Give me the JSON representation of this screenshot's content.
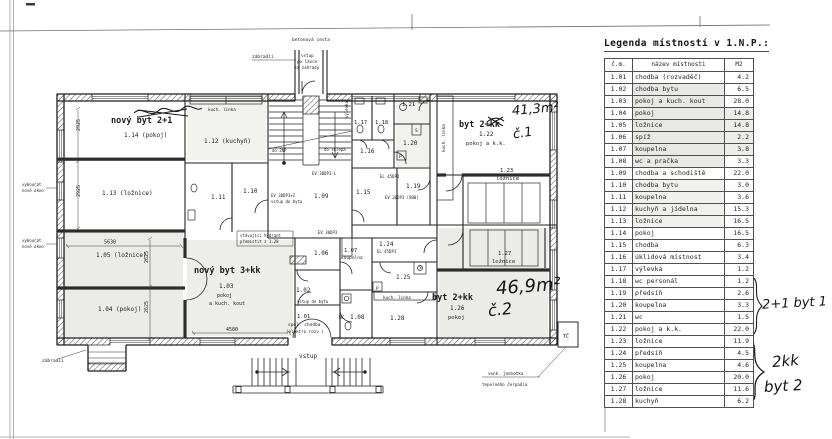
{
  "legend": {
    "title": "Legenda místností v 1.N.P.:",
    "columns": [
      "č.m.",
      "název místnosti",
      "M2"
    ],
    "rows": [
      [
        "1.01",
        "chodba (rozvaděč)",
        "4.2"
      ],
      [
        "1.02",
        "chodba bytu",
        "6.5"
      ],
      [
        "1.03",
        "pokoj a kuch. kout",
        "28.0"
      ],
      [
        "1.04",
        "pokoj",
        "14.8"
      ],
      [
        "1.05",
        "ložnice",
        "14.8"
      ],
      [
        "1.06",
        "spíž",
        "2.2"
      ],
      [
        "1.07",
        "koupelna",
        "3.8"
      ],
      [
        "1.08",
        "wc a pračka",
        "3.3"
      ],
      [
        "1.09",
        "chodba a schodiště",
        "22.0"
      ],
      [
        "1.10",
        "chodba bytu",
        "3.0"
      ],
      [
        "1.11",
        "koupelna",
        "3.6"
      ],
      [
        "1.12",
        "kuchyň a jídelna",
        "15.3"
      ],
      [
        "1.13",
        "ložnice",
        "16.5"
      ],
      [
        "1.14",
        "pokoj",
        "16.5"
      ],
      [
        "1.15",
        "chodba",
        "6.3"
      ],
      [
        "1.16",
        "úklidová místnost",
        "3.4"
      ],
      [
        "1.17",
        "výlevka",
        "1.2"
      ],
      [
        "1.18",
        "wc personál",
        "1.2"
      ],
      [
        "1.19",
        "předsíň",
        "2.6"
      ],
      [
        "1.20",
        "koupelna",
        "3.3"
      ],
      [
        "1.21",
        "wc",
        "1.5"
      ],
      [
        "1.22",
        "pokoj a k.k.",
        "22.0"
      ],
      [
        "1.23",
        "ložnice",
        "11.9"
      ],
      [
        "1.24",
        "předsíň",
        "4.5"
      ],
      [
        "1.25",
        "koupelna",
        "4.6"
      ],
      [
        "1.26",
        "pokoj",
        "20.0"
      ],
      [
        "1.27",
        "ložnice",
        "11.6"
      ],
      [
        "1.28",
        "kuchyň",
        "6.2"
      ]
    ]
  },
  "plan": {
    "titles": {
      "flat_left": "nový byt 2+1",
      "flat_bottom": "nový byt 3+kk",
      "flat1": "byt 2+kk",
      "flat2": "byt 2+kk"
    },
    "rooms": {
      "r101": "1.01",
      "r101_name": "spol. chodba",
      "r101_note": "(elektro rozv.)",
      "r102": "1.02",
      "r103": "1.03",
      "r103_name": "pokoj",
      "r103_name2": "a kuch. kout",
      "r104": "1.04 (pokoj)",
      "r105": "1.05 (ložnice)",
      "r106": "1.06",
      "r107": "1.07",
      "r107_name": "koupelna",
      "r108": "1.08",
      "r109": "1.09",
      "r110": "1.10",
      "r111": "1.11",
      "r112": "1.12 (kuchyň)",
      "r113": "1.13 (ložnice)",
      "r114": "1.14 (pokoj)",
      "r115": "1.15",
      "r116": "1.16",
      "r117": "1.17",
      "r118": "1.18",
      "r119": "1.19",
      "r120": "1.20",
      "r121": "1.21",
      "r122": "1.22",
      "r122_name": "pokoj a k.k.",
      "r123": "1.23",
      "r123_name": "ložnice",
      "r124": "1.24",
      "r125": "1.25",
      "r126": "1.26",
      "r126_name": "pokoj",
      "r127": "1.27",
      "r127_name": "ložnice",
      "r128": "1.28"
    },
    "fixtures": {
      "kitchen_line_top": "kuch. linka",
      "kitchen_line_right": "kuch. linka",
      "kitchen_line_flat2": "kuch. linka",
      "sink": "výlevka",
      "shower": "S",
      "washer": "P",
      "heat_pump": "TČ",
      "wc": "WC"
    },
    "dimensions": {
      "d2925": "2925",
      "d5630": "5630",
      "d2625": "2625",
      "d4500": "4500"
    },
    "annotations": {
      "path": "betonová cesta",
      "railing_top": "zábradlí",
      "railing_bottom": "zábradlí",
      "garden_entry_1": "vstup",
      "garden_entry_2": "po lávce",
      "garden_entry_3": "ze zahrady",
      "entry": "vstup",
      "flat_entry": "vstup do bytu",
      "stair_up": "do 2NP",
      "stair_down": "do sklepa",
      "window_note_1": "vybourat",
      "window_note_2": "nové okno",
      "hydrant_note_1": "stávající hydrant",
      "hydrant_note_2": "přemístit z 1.28",
      "heat_pump_note_1": "venk. jednotka",
      "heat_pump_note_2": "tepelného čerpadla",
      "door_code_1": "EV 30DP3-L",
      "door_code_2": "EV 30DP3+Z",
      "door_code_3": "EL 45DP1",
      "door_code_4": "EV 30DP3 (800)",
      "door_code_5": "EL 45DP1",
      "door_code_6": "EV 30DP3"
    }
  },
  "hand": {
    "flat1_area": "41,3m²",
    "flat1_number": "č.1",
    "flat2_area": "46,9m²",
    "flat2_number": "č.2",
    "group1_label": "2+1 byt 1",
    "group2_line1": "2kk",
    "group2_line2": "byt 2"
  }
}
